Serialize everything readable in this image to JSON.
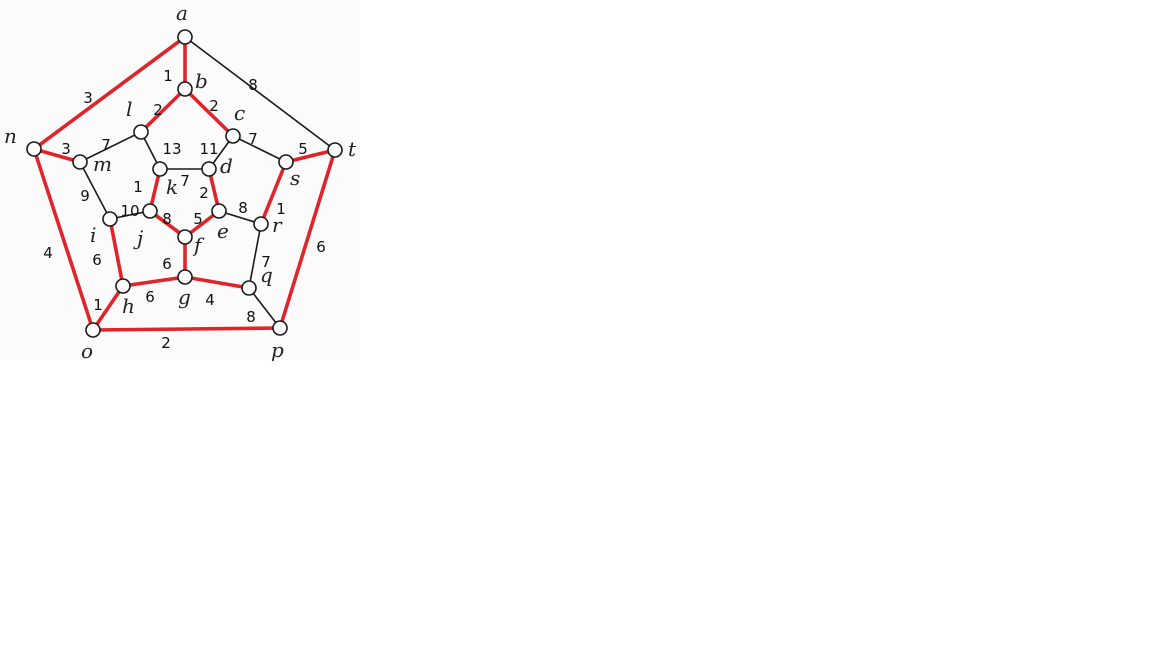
{
  "vertices": [
    {
      "id": "a",
      "label": "a"
    },
    {
      "id": "b",
      "label": "b"
    },
    {
      "id": "c",
      "label": "c"
    },
    {
      "id": "d",
      "label": "d"
    },
    {
      "id": "e",
      "label": "e"
    },
    {
      "id": "f",
      "label": "f"
    },
    {
      "id": "g",
      "label": "g"
    },
    {
      "id": "h",
      "label": "h"
    },
    {
      "id": "i",
      "label": "i"
    },
    {
      "id": "j",
      "label": "j"
    },
    {
      "id": "k",
      "label": "k"
    },
    {
      "id": "l",
      "label": "l"
    },
    {
      "id": "m",
      "label": "m"
    },
    {
      "id": "n",
      "label": "n"
    },
    {
      "id": "o",
      "label": "o"
    },
    {
      "id": "p",
      "label": "p"
    },
    {
      "id": "q",
      "label": "q"
    },
    {
      "id": "r",
      "label": "r"
    },
    {
      "id": "s",
      "label": "s"
    },
    {
      "id": "t",
      "label": "t"
    }
  ],
  "edges": [
    {
      "from": "a",
      "to": "b",
      "weight": "1",
      "highlighted": true
    },
    {
      "from": "a",
      "to": "n",
      "weight": "3",
      "highlighted": true
    },
    {
      "from": "a",
      "to": "t",
      "weight": "8",
      "highlighted": false
    },
    {
      "from": "b",
      "to": "l",
      "weight": "2",
      "highlighted": true
    },
    {
      "from": "b",
      "to": "c",
      "weight": "2",
      "highlighted": true
    },
    {
      "from": "l",
      "to": "m",
      "weight": "7",
      "highlighted": false
    },
    {
      "from": "l",
      "to": "k",
      "weight": "13",
      "highlighted": false
    },
    {
      "from": "c",
      "to": "d",
      "weight": "11",
      "highlighted": false
    },
    {
      "from": "c",
      "to": "s",
      "weight": "7",
      "highlighted": false
    },
    {
      "from": "n",
      "to": "m",
      "weight": "3",
      "highlighted": true
    },
    {
      "from": "n",
      "to": "o",
      "weight": "4",
      "highlighted": true
    },
    {
      "from": "s",
      "to": "t",
      "weight": "5",
      "highlighted": true
    },
    {
      "from": "s",
      "to": "r",
      "weight": "1",
      "highlighted": true
    },
    {
      "from": "t",
      "to": "p",
      "weight": "6",
      "highlighted": true
    },
    {
      "from": "m",
      "to": "i",
      "weight": "9",
      "highlighted": false
    },
    {
      "from": "k",
      "to": "d",
      "weight": "7",
      "highlighted": false
    },
    {
      "from": "k",
      "to": "j",
      "weight": "1",
      "highlighted": true
    },
    {
      "from": "d",
      "to": "e",
      "weight": "2",
      "highlighted": true
    },
    {
      "from": "i",
      "to": "j",
      "weight": "10",
      "highlighted": false
    },
    {
      "from": "j",
      "to": "f",
      "weight": "8",
      "highlighted": true
    },
    {
      "from": "e",
      "to": "f",
      "weight": "5",
      "highlighted": true
    },
    {
      "from": "e",
      "to": "r",
      "weight": "8",
      "highlighted": false
    },
    {
      "from": "r",
      "to": "q",
      "weight": "7",
      "highlighted": false
    },
    {
      "from": "i",
      "to": "h",
      "weight": "6",
      "highlighted": true
    },
    {
      "from": "f",
      "to": "g",
      "weight": "6",
      "highlighted": true
    },
    {
      "from": "h",
      "to": "g",
      "weight": "6",
      "highlighted": true
    },
    {
      "from": "g",
      "to": "q",
      "weight": "4",
      "highlighted": true
    },
    {
      "from": "h",
      "to": "o",
      "weight": "1",
      "highlighted": true
    },
    {
      "from": "q",
      "to": "p",
      "weight": "8",
      "highlighted": false
    },
    {
      "from": "o",
      "to": "p",
      "weight": "2",
      "highlighted": true
    }
  ],
  "colors": {
    "highlight": "#e0242b",
    "edge": "#1a1a1a"
  }
}
